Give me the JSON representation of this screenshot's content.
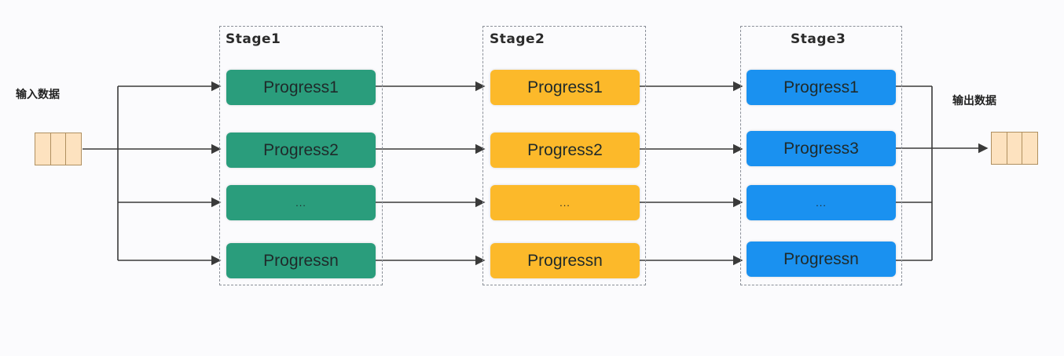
{
  "input_label": "输入数据",
  "output_label": "输出数据",
  "colors": {
    "stage1": "#2a9d7c",
    "stage2": "#fcb92a",
    "stage3": "#1a91f0",
    "wire": "#3a3a3a",
    "queue_fill": "#fde2bf",
    "queue_border": "#b09060"
  },
  "stages": [
    {
      "title": "Stage1",
      "rows": [
        "Progress1",
        "Progress2",
        "...",
        "Progressn"
      ]
    },
    {
      "title": "Stage2",
      "rows": [
        "Progress1",
        "Progress2",
        "...",
        "Progressn"
      ]
    },
    {
      "title": "Stage3",
      "rows": [
        "Progress1",
        "Progress3",
        "...",
        "Progressn"
      ]
    }
  ]
}
